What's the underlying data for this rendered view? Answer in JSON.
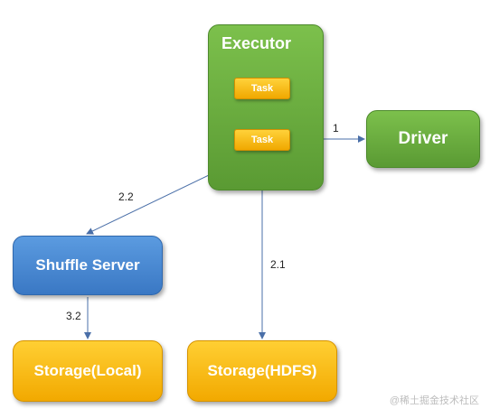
{
  "nodes": {
    "executor": "Executor",
    "task_1": "Task",
    "task_2": "Task",
    "driver": "Driver",
    "shuffle_server": "Shuffle Server",
    "storage_local": "Storage(Local)",
    "storage_hdfs": "Storage(HDFS)"
  },
  "edges": {
    "task_to_driver": "1",
    "task_to_shuffle": "2.2",
    "task_to_hdfs": "2.1",
    "shuffle_to_local": "3.2"
  },
  "watermark": "@稀土掘金技术社区",
  "colors": {
    "green": "#6aaf40",
    "blue": "#4a8ad4",
    "yellow": "#f7bb17",
    "arrow": "#4a6fa8"
  }
}
